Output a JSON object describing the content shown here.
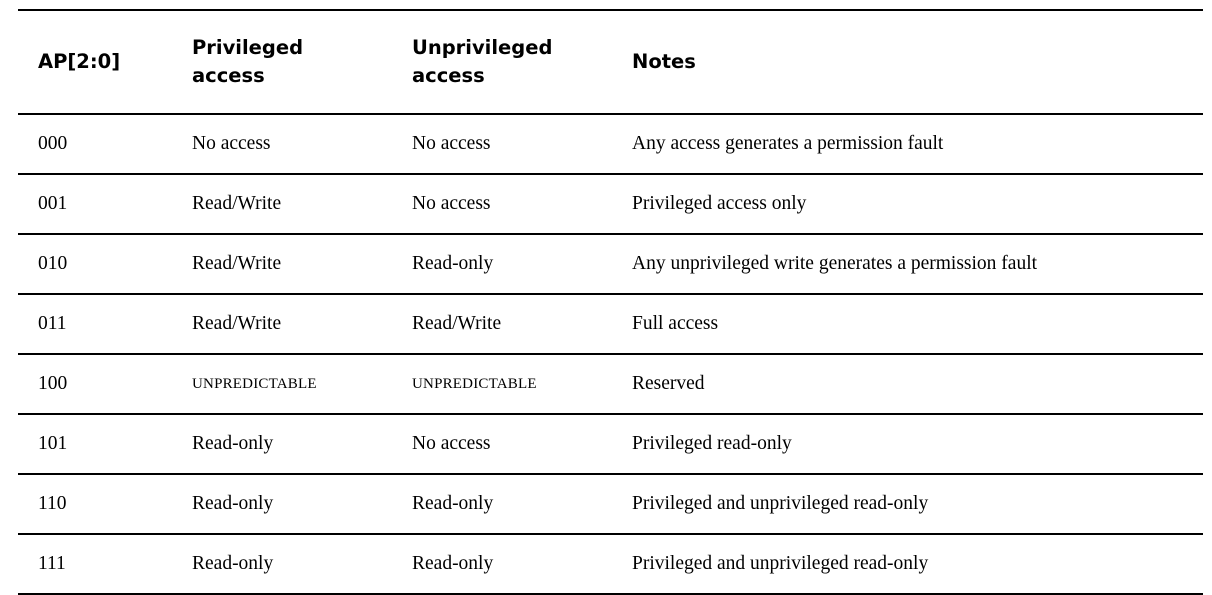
{
  "table": {
    "columns": [
      {
        "id": "ap",
        "label": "AP[2:0]",
        "label_line1": "AP[2:0]",
        "label_line2": ""
      },
      {
        "id": "priv",
        "label": "Privileged access",
        "label_line1": "Privileged",
        "label_line2": "access"
      },
      {
        "id": "unpriv",
        "label": "Unprivileged access",
        "label_line1": "Unprivileged",
        "label_line2": "access"
      },
      {
        "id": "notes",
        "label": "Notes",
        "label_line1": "Notes",
        "label_line2": ""
      }
    ],
    "rows": [
      {
        "ap": "000",
        "priv": "No access",
        "unpriv": "No access",
        "notes": "Any access generates a permission fault"
      },
      {
        "ap": "001",
        "priv": "Read/Write",
        "unpriv": "No access",
        "notes": "Privileged access only"
      },
      {
        "ap": "010",
        "priv": "Read/Write",
        "unpriv": "Read-only",
        "notes": "Any unprivileged write generates a permission fault"
      },
      {
        "ap": "011",
        "priv": "Read/Write",
        "unpriv": "Read/Write",
        "notes": "Full access"
      },
      {
        "ap": "100",
        "priv": "UNPREDICTABLE",
        "unpriv": "UNPREDICTABLE",
        "notes": "Reserved"
      },
      {
        "ap": "101",
        "priv": "Read-only",
        "unpriv": "No access",
        "notes": "Privileged read-only"
      },
      {
        "ap": "110",
        "priv": "Read-only",
        "unpriv": "Read-only",
        "notes": "Privileged and unprivileged read-only"
      },
      {
        "ap": "111",
        "priv": "Read-only",
        "unpriv": "Read-only",
        "notes": "Privileged and unprivileged read-only"
      }
    ]
  },
  "style": {
    "rule_color": "#000000",
    "text_color": "#000000",
    "background_color": "#ffffff"
  }
}
